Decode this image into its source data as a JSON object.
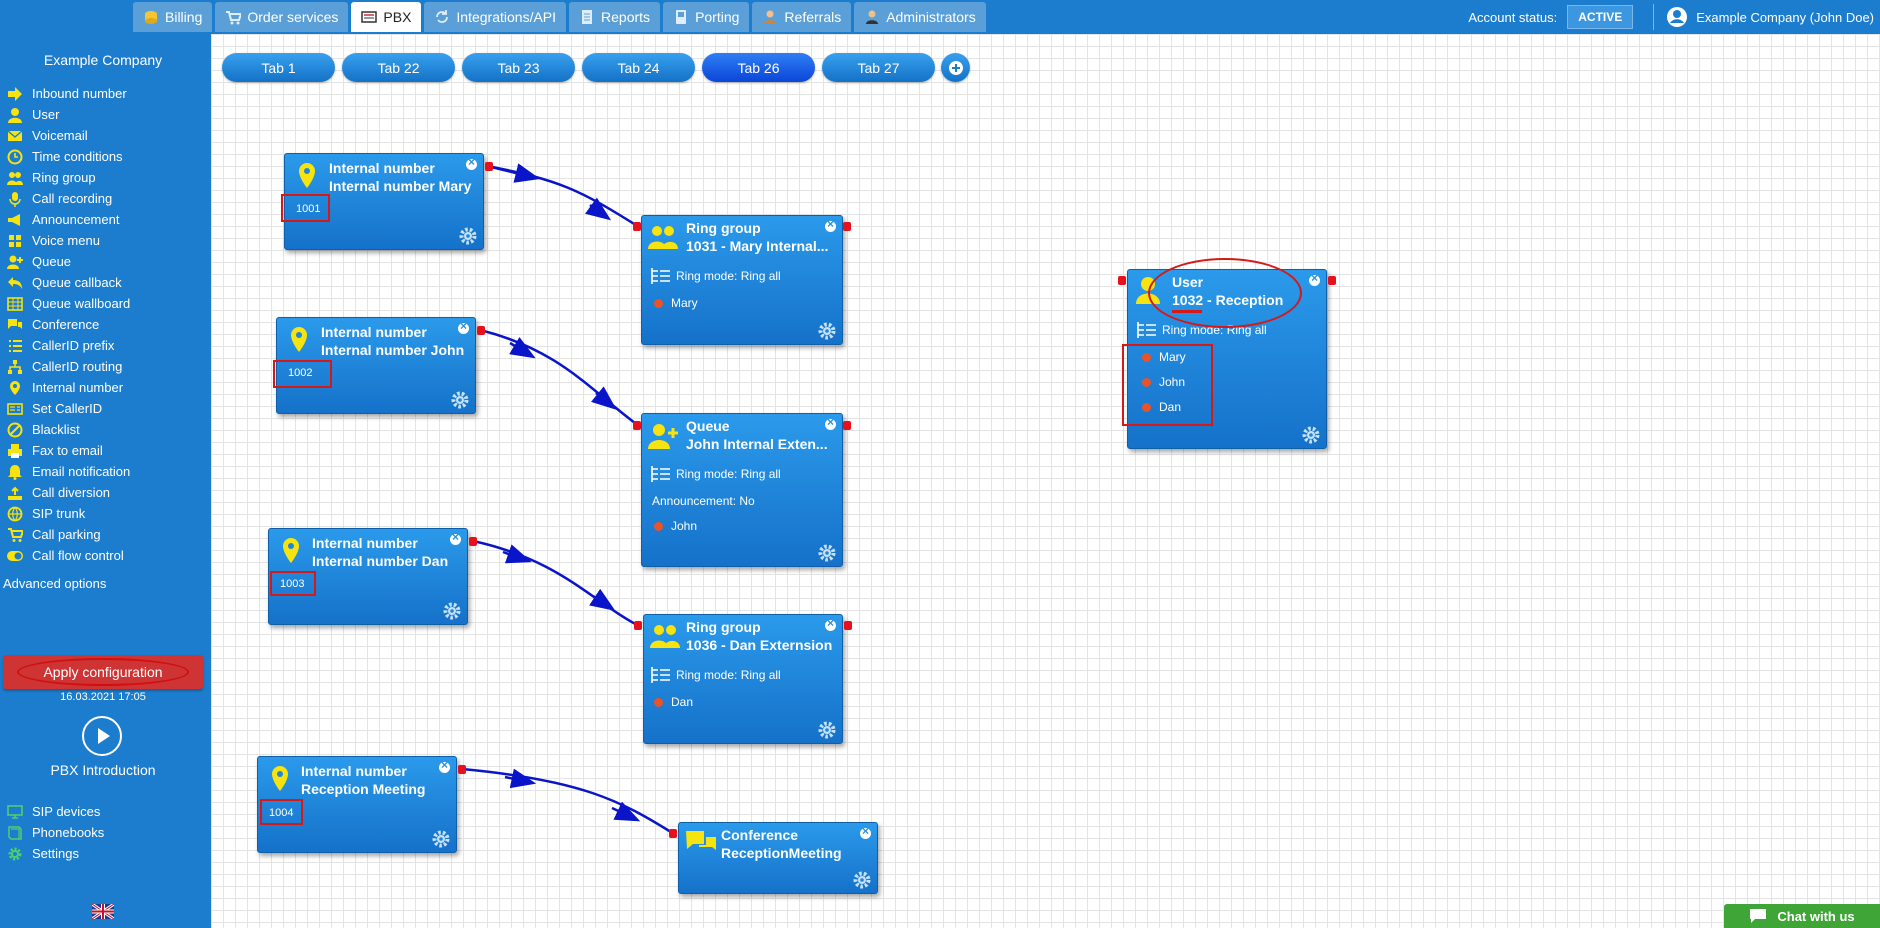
{
  "top_tabs": [
    {
      "label": "Billing",
      "icon": "coins-icon"
    },
    {
      "label": "Order services",
      "icon": "cart-icon"
    },
    {
      "label": "PBX",
      "icon": "pbx-icon",
      "active": true
    },
    {
      "label": "Integrations/API",
      "icon": "sync-icon"
    },
    {
      "label": "Reports",
      "icon": "report-icon"
    },
    {
      "label": "Porting",
      "icon": "porting-icon"
    },
    {
      "label": "Referrals",
      "icon": "referrals-icon"
    },
    {
      "label": "Administrators",
      "icon": "admin-icon"
    }
  ],
  "account": {
    "status_label": "Account status:",
    "status_value": "ACTIVE",
    "user": "Example Company (John Doe)"
  },
  "sidebar": {
    "company": "Example Company",
    "items": [
      {
        "label": "Inbound number",
        "icon": "arrow-right-icon"
      },
      {
        "label": "User",
        "icon": "user-icon"
      },
      {
        "label": "Voicemail",
        "icon": "envelope-icon"
      },
      {
        "label": "Time conditions",
        "icon": "clock-icon"
      },
      {
        "label": "Ring group",
        "icon": "users-icon"
      },
      {
        "label": "Call recording",
        "icon": "microphone-icon"
      },
      {
        "label": "Announcement",
        "icon": "megaphone-icon"
      },
      {
        "label": "Voice menu",
        "icon": "grid-icon"
      },
      {
        "label": "Queue",
        "icon": "user-plus-icon"
      },
      {
        "label": "Queue callback",
        "icon": "reply-icon"
      },
      {
        "label": "Queue wallboard",
        "icon": "table-icon"
      },
      {
        "label": "Conference",
        "icon": "chat-icon"
      },
      {
        "label": "CallerID prefix",
        "icon": "list-icon"
      },
      {
        "label": "CallerID routing",
        "icon": "sitemap-icon"
      },
      {
        "label": "Internal number",
        "icon": "map-pin-icon"
      },
      {
        "label": "Set CallerID",
        "icon": "id-card-icon"
      },
      {
        "label": "Blacklist",
        "icon": "ban-icon"
      },
      {
        "label": "Fax to email",
        "icon": "fax-icon"
      },
      {
        "label": "Email notification",
        "icon": "bell-icon"
      },
      {
        "label": "Call diversion",
        "icon": "diversion-icon"
      },
      {
        "label": "SIP trunk",
        "icon": "globe-icon"
      },
      {
        "label": "Call parking",
        "icon": "cart-icon"
      },
      {
        "label": "Call flow control",
        "icon": "toggle-icon"
      }
    ],
    "advanced": "Advanced options",
    "apply": "Apply configuration",
    "apply_time": "16.03.2021 17:05",
    "intro": "PBX Introduction",
    "bottom_items": [
      {
        "label": "SIP devices",
        "icon": "monitor-icon"
      },
      {
        "label": "Phonebooks",
        "icon": "book-icon"
      },
      {
        "label": "Settings",
        "icon": "gear-icon"
      }
    ]
  },
  "canvas_tabs": [
    {
      "label": "Tab 1"
    },
    {
      "label": "Tab 22"
    },
    {
      "label": "Tab 23"
    },
    {
      "label": "Tab 24"
    },
    {
      "label": "Tab 26",
      "active": true
    },
    {
      "label": "Tab 27"
    }
  ],
  "nodes": {
    "int_mary": {
      "type": "Internal number",
      "name": "Internal number Mary",
      "number": "1001"
    },
    "int_john": {
      "type": "Internal number",
      "name": "Internal number John",
      "number": "1002"
    },
    "int_dan": {
      "type": "Internal number",
      "name": "Internal number Dan",
      "number": "1003"
    },
    "int_reception": {
      "type": "Internal number",
      "name": "Reception Meeting",
      "number": "1004"
    },
    "rg_mary": {
      "type": "Ring group",
      "name": "1031 - Mary Internal...",
      "ring_mode": "Ring mode: Ring all",
      "members": [
        "Mary"
      ]
    },
    "queue_john": {
      "type": "Queue",
      "name": "John Internal Exten...",
      "ring_mode": "Ring mode: Ring all",
      "announcement": "Announcement: No",
      "members": [
        "John"
      ]
    },
    "rg_dan": {
      "type": "Ring group",
      "name": "1036 - Dan Externsion",
      "ring_mode": "Ring mode: Ring all",
      "members": [
        "Dan"
      ]
    },
    "conference": {
      "type": "Conference",
      "name": "ReceptionMeeting"
    },
    "user_reception": {
      "type": "User",
      "name": "1032 - Reception",
      "ring_mode": "Ring mode: Ring all",
      "members": [
        "Mary",
        "John",
        "Dan"
      ]
    }
  },
  "chat": {
    "label": "Chat with us"
  },
  "colors": {
    "brand": "#1c7ccd",
    "node": "#1f86da",
    "connector": "#0a14c8",
    "highlight": "#d51818",
    "apply": "#cf3434",
    "chat": "#3fa536"
  }
}
